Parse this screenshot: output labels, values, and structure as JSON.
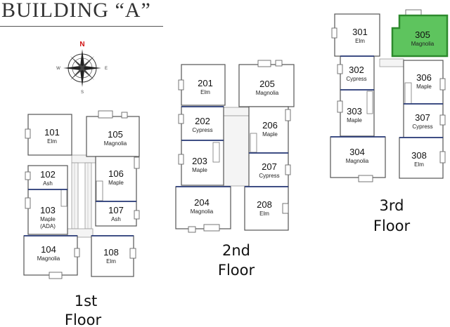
{
  "title": "BUILDING “A”",
  "compass": {
    "n": "N",
    "s": "S",
    "e": "E",
    "w": "W",
    "accent": "#d01010"
  },
  "highlight_color": "#5ec45e",
  "floors": [
    {
      "line1": "1st",
      "line2": "Floor",
      "rooms": [
        {
          "number": "101",
          "name": "Elm"
        },
        {
          "number": "102",
          "name": "Ash"
        },
        {
          "number": "103",
          "name": "Maple",
          "name2": "(ADA)"
        },
        {
          "number": "104",
          "name": "Magnolia"
        },
        {
          "number": "105",
          "name": "Magnolia"
        },
        {
          "number": "106",
          "name": "Maple"
        },
        {
          "number": "107",
          "name": "Ash"
        },
        {
          "number": "108",
          "name": "Elm"
        }
      ]
    },
    {
      "line1": "2nd",
      "line2": "Floor",
      "rooms": [
        {
          "number": "201",
          "name": "Elm"
        },
        {
          "number": "202",
          "name": "Cypress"
        },
        {
          "number": "203",
          "name": "Maple"
        },
        {
          "number": "204",
          "name": "Magnolia"
        },
        {
          "number": "205",
          "name": "Magnolia"
        },
        {
          "number": "206",
          "name": "Maple"
        },
        {
          "number": "207",
          "name": "Cypress"
        },
        {
          "number": "208",
          "name": "Elm"
        }
      ]
    },
    {
      "line1": "3rd",
      "line2": "Floor",
      "rooms": [
        {
          "number": "301",
          "name": "Elm"
        },
        {
          "number": "302",
          "name": "Cypress"
        },
        {
          "number": "303",
          "name": "Maple"
        },
        {
          "number": "304",
          "name": "Magnolia"
        },
        {
          "number": "305",
          "name": "Magnolia",
          "highlighted": true
        },
        {
          "number": "306",
          "name": "Maple"
        },
        {
          "number": "307",
          "name": "Cypress"
        },
        {
          "number": "308",
          "name": "Elm"
        }
      ]
    }
  ]
}
